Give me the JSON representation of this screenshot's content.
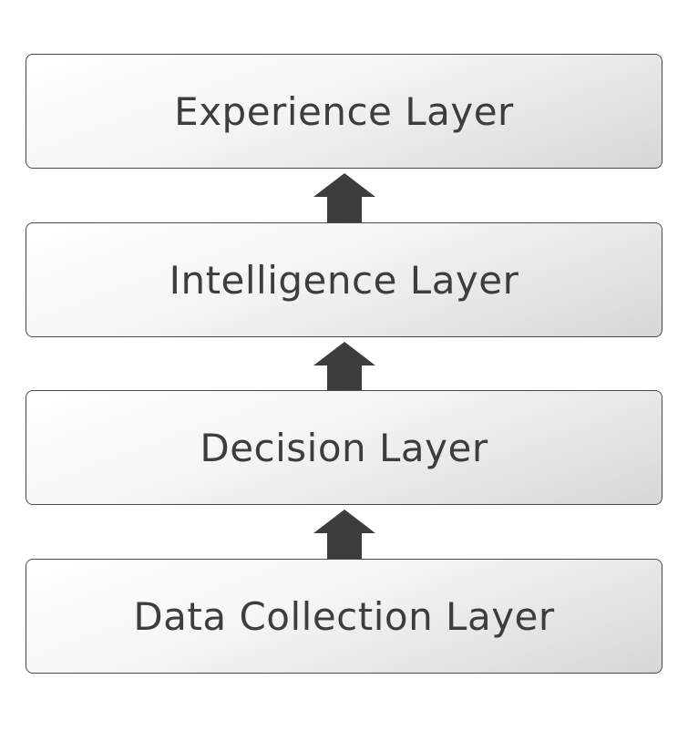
{
  "layers": [
    {
      "label": "Experience Layer"
    },
    {
      "label": "Intelligence Layer"
    },
    {
      "label": "Decision Layer"
    },
    {
      "label": "Data Collection Layer"
    }
  ],
  "colors": {
    "border": "#4a4a4a",
    "text": "#3d3d3d",
    "arrow": "#3d3d3d"
  },
  "icons": {
    "connector": "up-arrow-icon"
  }
}
